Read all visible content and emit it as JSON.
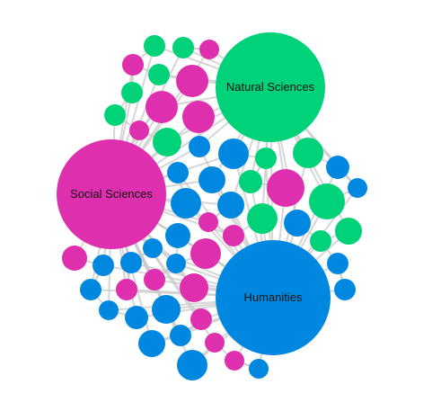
{
  "colors": {
    "background": "#ffffff",
    "edge": "#c8c8c8",
    "natural": "#00d27a",
    "social": "#dd2fae",
    "humanities": "#0088e0"
  },
  "hubs": {
    "natural": {
      "label": "Natural Sciences"
    },
    "social": {
      "label": "Social Sciences"
    },
    "humanities": {
      "label": "Humanities"
    }
  }
}
